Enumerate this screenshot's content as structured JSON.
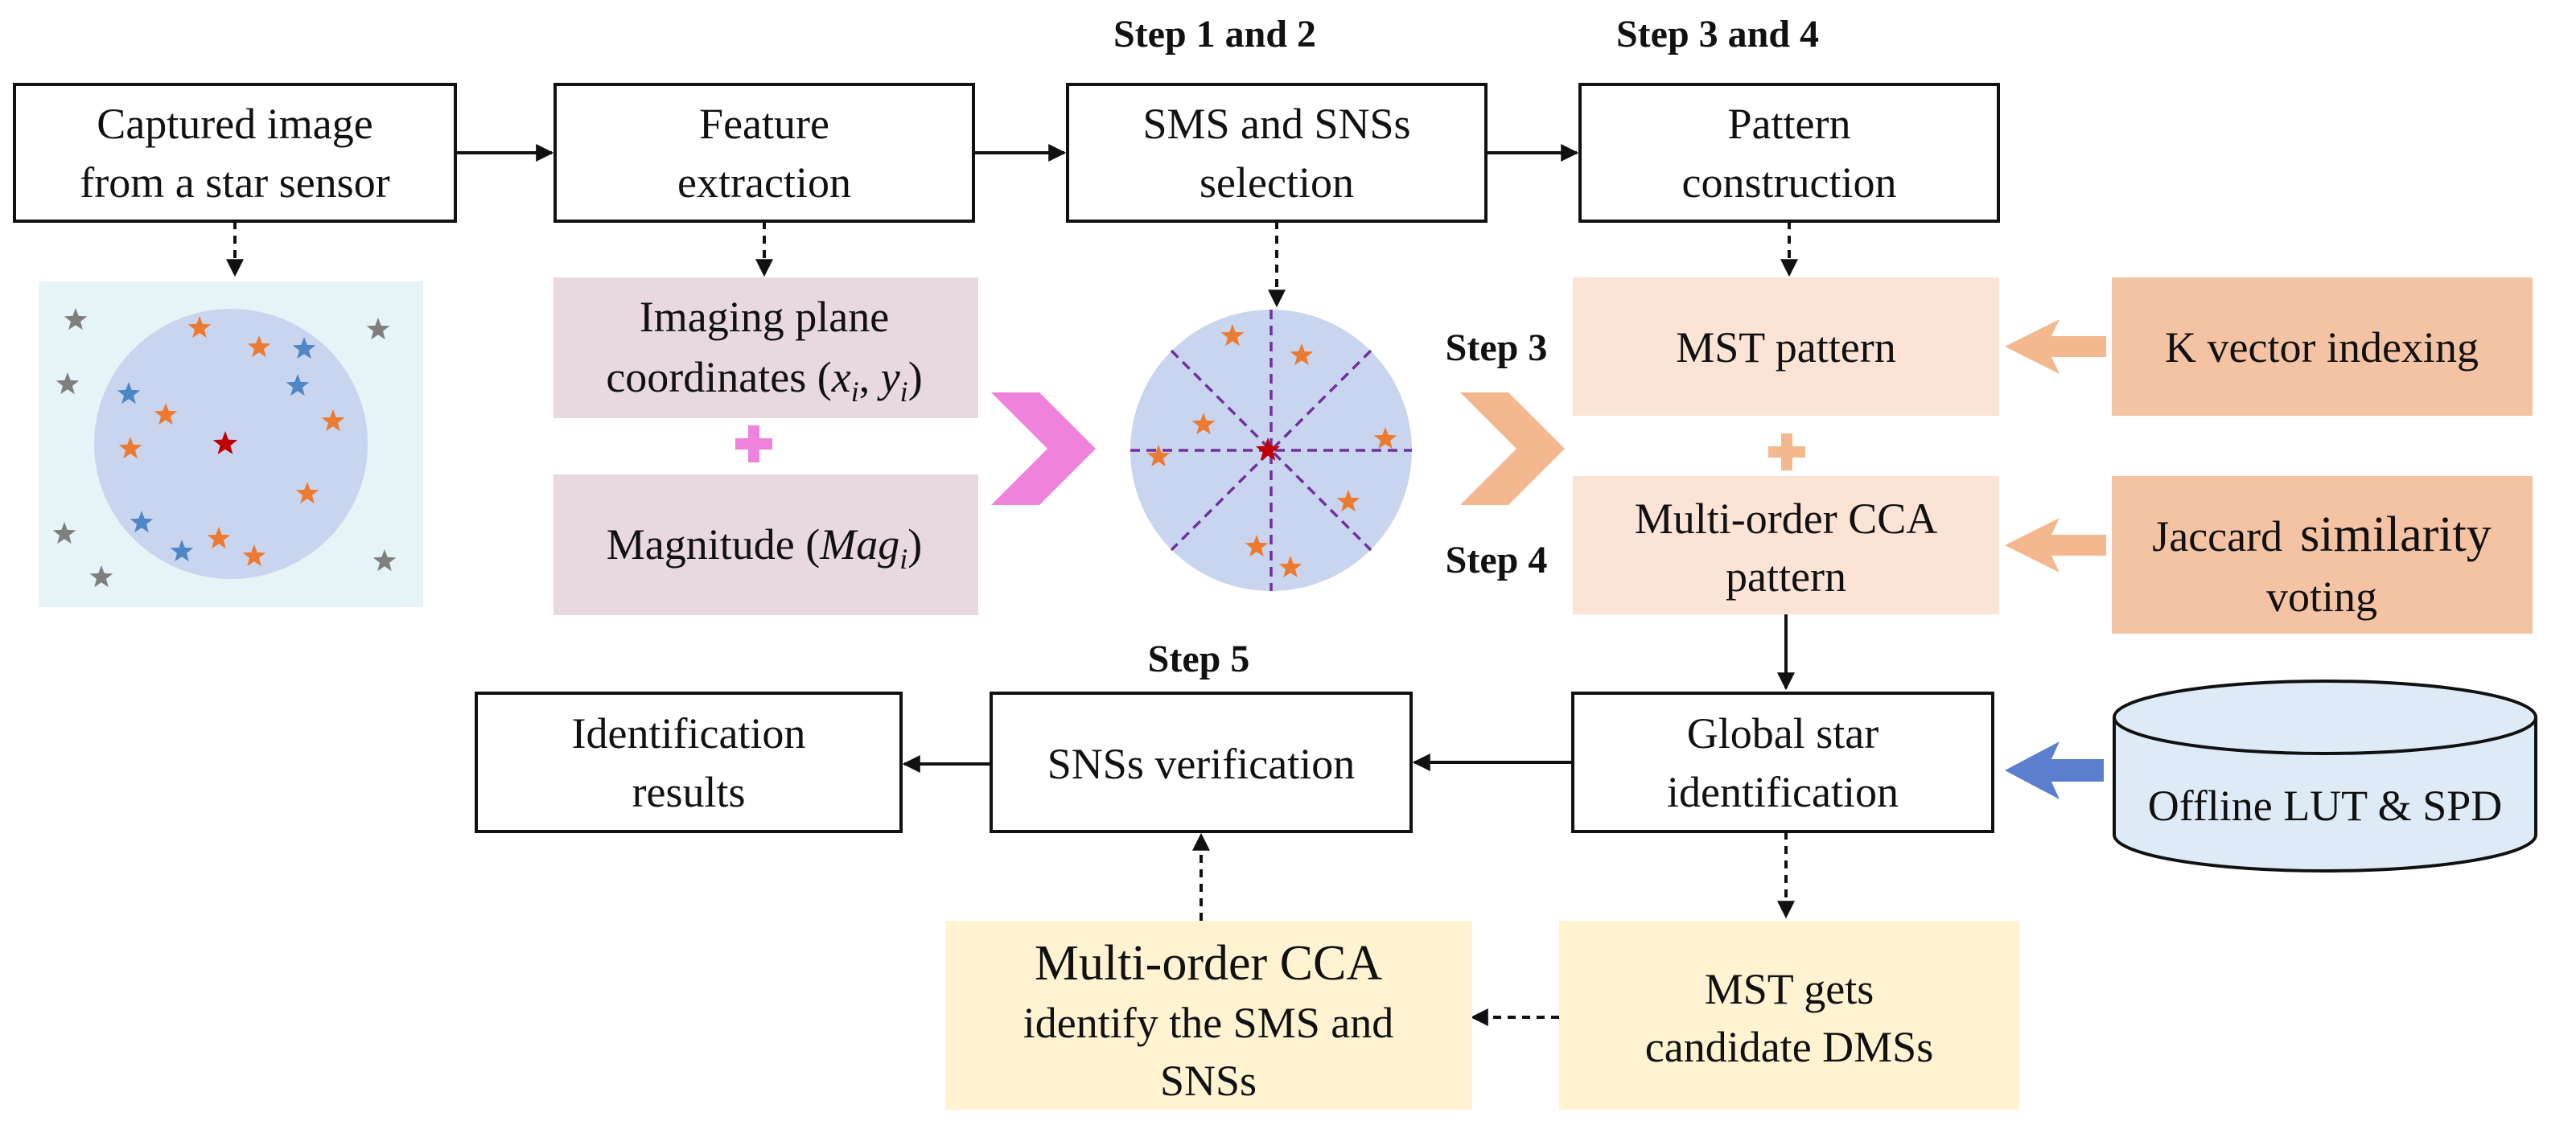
{
  "steps": {
    "step12": "Step 1 and 2",
    "step34": "Step 3 and 4",
    "step3": "Step 3",
    "step4": "Step 4",
    "step5": "Step 5"
  },
  "boxes": {
    "captured": [
      "Captured image",
      "from a star sensor"
    ],
    "feature": [
      "Feature",
      "extraction"
    ],
    "sms_selection": [
      "SMS and SNSs",
      "selection"
    ],
    "pattern": [
      "Pattern",
      "construction"
    ],
    "imaging": {
      "line1": "Imaging plane",
      "line2_prefix": "coordinates (",
      "x": "x",
      "y": "y",
      "sub": "i",
      "sep": ", ",
      "close": ")"
    },
    "magnitude": {
      "prefix": "Magnitude (",
      "mag": "Mag",
      "sub": "i",
      "close": ")"
    },
    "mst_pattern": "MST pattern",
    "k_vector": "K vector indexing",
    "cca_pattern": [
      "Multi-order CCA",
      "pattern"
    ],
    "jaccard": {
      "word1": "Jaccard",
      "word2": "similarity",
      "line2": "voting"
    },
    "global": [
      "Global star",
      "identification"
    ],
    "offline": "Offline LUT & SPD",
    "sns_verification": "SNSs verification",
    "results": [
      "Identification",
      "results"
    ],
    "multi_identify": [
      "Multi-order CCA",
      "identify the SMS and",
      "SNSs"
    ],
    "mst_candidate": [
      "MST gets",
      "candidate DMSs"
    ]
  },
  "colors": {
    "pink_panel": "#e8d8e1",
    "peach_panel": "#fbe3d6",
    "orange_panel": "#f4c3a3",
    "yellow_panel": "#fff3d2",
    "sky_panel": "#e6f3f7",
    "lavender_circle": "#c9d5ef",
    "db_fill": "#deebf7",
    "star_orange": "#ec7a30",
    "star_blue": "#4f86c6",
    "star_gray": "#7f7f7f",
    "star_red": "#c00000",
    "chevron_pink": "#ee82dc",
    "chevron_peach": "#f4b88f",
    "arrow_blue": "#5b7fce",
    "divider_purple": "#7030a0"
  }
}
